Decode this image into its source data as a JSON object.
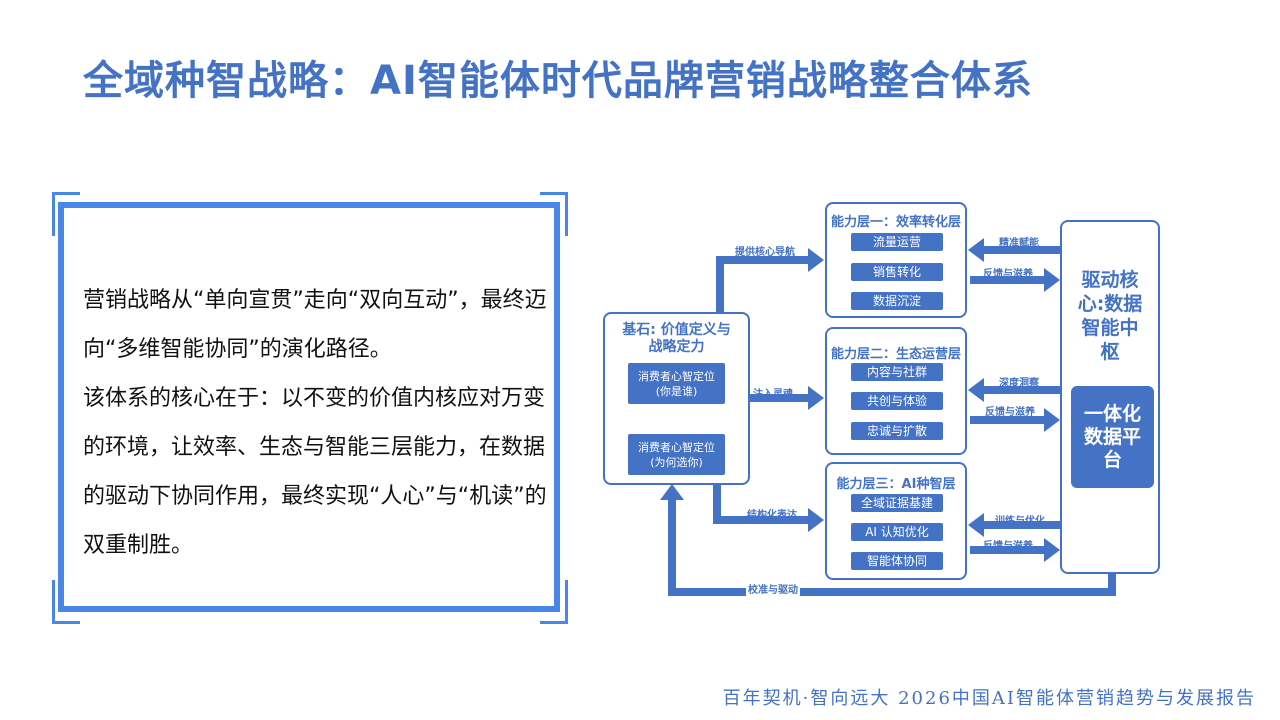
{
  "title": "全域种智战略：AI智能体时代品牌营销战略整合体系",
  "body": {
    "paragraphs": [
      "营销战略从“单向宣贯”走向“双向互动”，最终迈向“多维智能协同”的演化路径。",
      "该体系的核心在于：以不变的价值内核应对万变的环境，让效率、生态与智能三层能力，在数据的驱动下协同作用，最终实现“人心”与“机读”的双重制胜。"
    ]
  },
  "diagram": {
    "foundation": {
      "title": "基石: 价值定义与战略定力",
      "items": [
        "消费者心智定位\n(你是谁)",
        "消费者心智定位\n(为何选你)"
      ]
    },
    "layers": [
      {
        "title": "能力层一：效率转化层",
        "items": [
          "流量运营",
          "销售转化",
          "数据沉淀"
        ],
        "in_label": "提供核心导航",
        "core_to": "精准赋能",
        "to_core": "反馈与滋养"
      },
      {
        "title": "能力层二：生态运营层",
        "items": [
          "内容与社群",
          "共创与体验",
          "忠诚与扩散"
        ],
        "in_label": "注入灵魂",
        "core_to": "深度洞察",
        "to_core": "反馈与滋养"
      },
      {
        "title": "能力层三：AI种智层",
        "items": [
          "全域证据基建",
          "AI 认知优化",
          "智能体协同"
        ],
        "in_label": "结构化表达",
        "core_to": "训练与优化",
        "to_core": "反馈与滋养"
      }
    ],
    "core": {
      "title": "驱动核心:数据智能中枢",
      "platform": "一体化数据平台"
    },
    "loop_label": "校准与驱动"
  },
  "footer": "百年契机·智向远大  2026中国AI智能体营销趋势与发展报告",
  "colors": {
    "accent": "#4472c4",
    "frame": "#4a86e8"
  }
}
